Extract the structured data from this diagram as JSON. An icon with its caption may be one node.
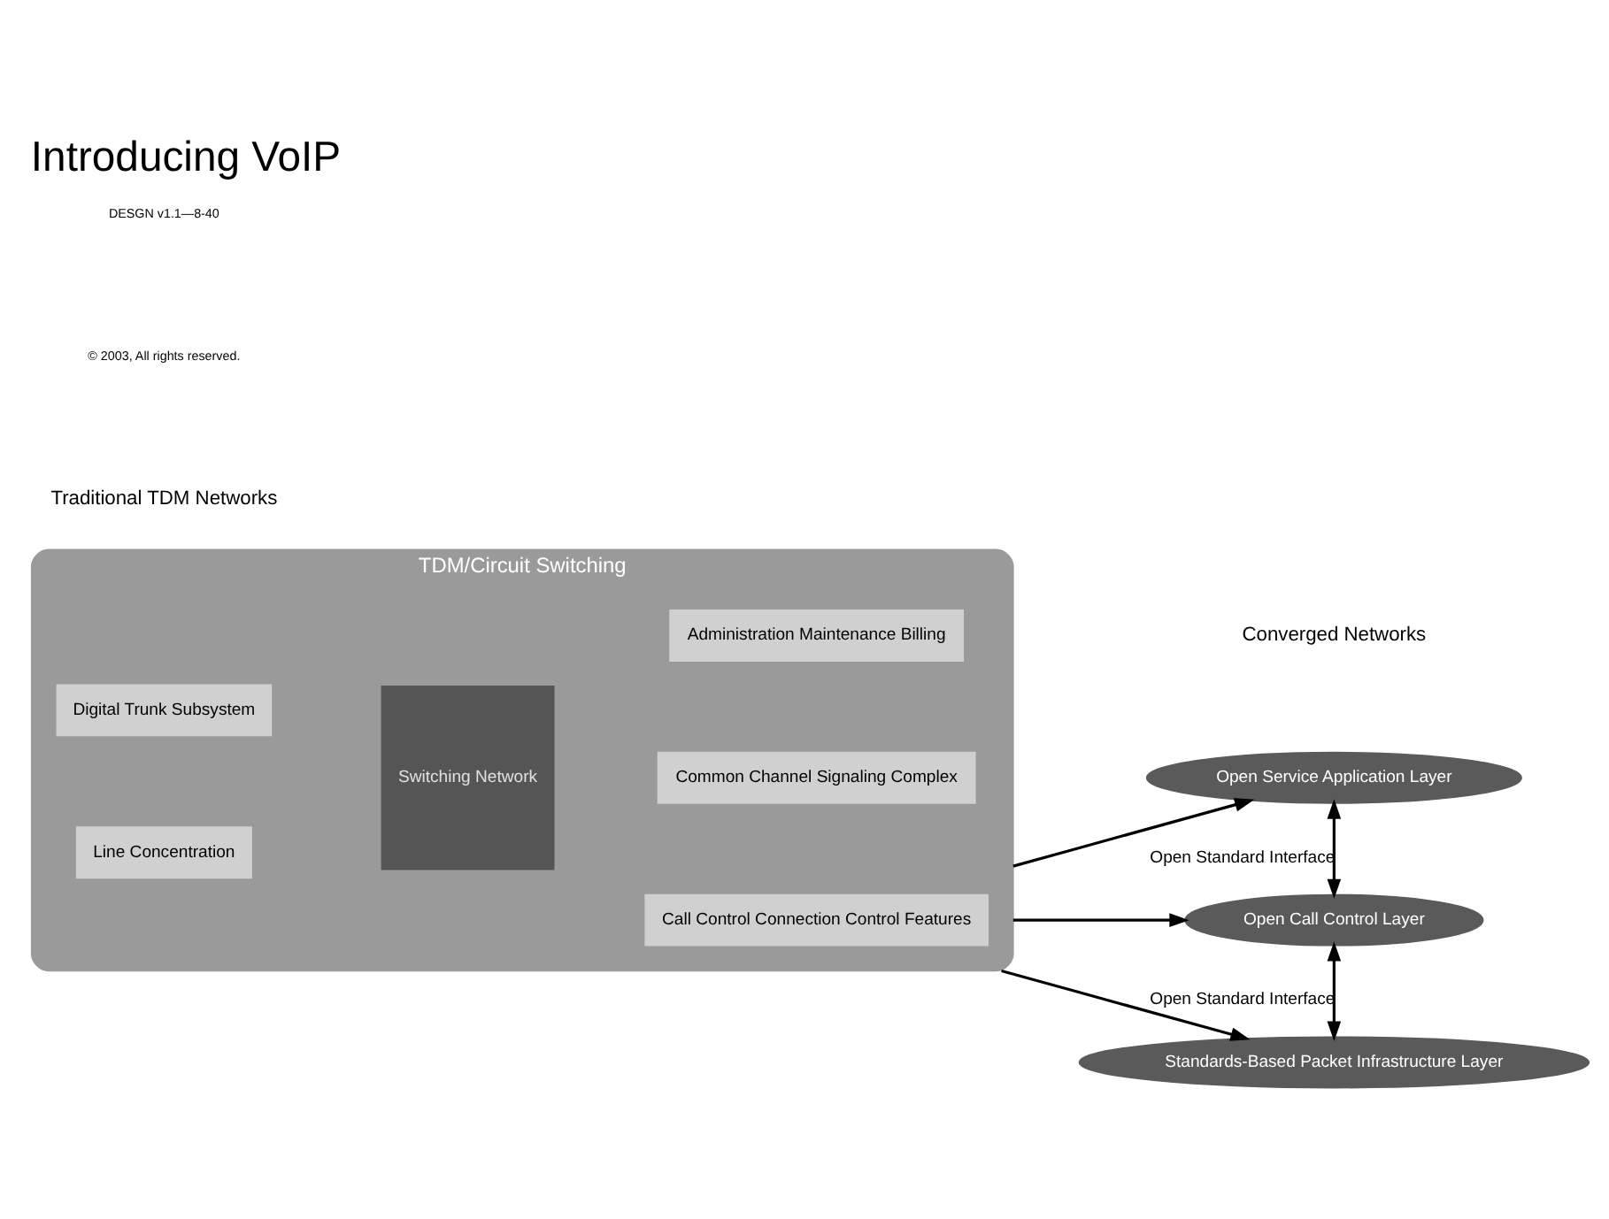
{
  "diagram": {
    "title": "Introducing VoIP",
    "nodes": [
      {
        "text": [
          "TDM/Circuit Switching"
        ]
      },
      {
        "text": [
          "Line Concentration"
        ],
        "in": 0
      },
      {
        "text": [
          "Digital Trunk Subsystem"
        ],
        "in": 0
      },
      {
        "text": [
          "Switching Network"
        ],
        "in": 0
      },
      {
        "text": [
          "Call Control Connection Control Features"
        ],
        "in": 0
      },
      {
        "text": [
          "Common Channel Signaling Complex"
        ],
        "in": 0
      },
      {
        "text": [
          "Administration Maintenance Billing"
        ],
        "in": 0
      },
      {
        "text": [
          "Open Service Application Layer"
        ]
      },
      {
        "text": [
          "Open Call Control Layer"
        ]
      },
      {
        "text": [
          "Standards-Based Packet Infrastructure Layer"
        ]
      }
    ],
    "edges": [
      {
        "from": 0,
        "to": 7,
        "arrow": "to"
      },
      {
        "from": 0,
        "to": 8,
        "arrow": "to"
      },
      {
        "from": 0,
        "to": 9,
        "arrow": "to"
      },
      {
        "from": 7,
        "to": 8,
        "arrow": "both",
        "label": "Open Standard Interface"
      },
      {
        "from": 8,
        "to": 9,
        "arrow": "both",
        "label": "Open Standard Interface"
      }
    ],
    "labels": [
      "Traditional TDM Networks",
      "Converged Networks",
      "© 2003, All rights reserved.",
      "DESGN v1.1—8-40"
    ]
  }
}
